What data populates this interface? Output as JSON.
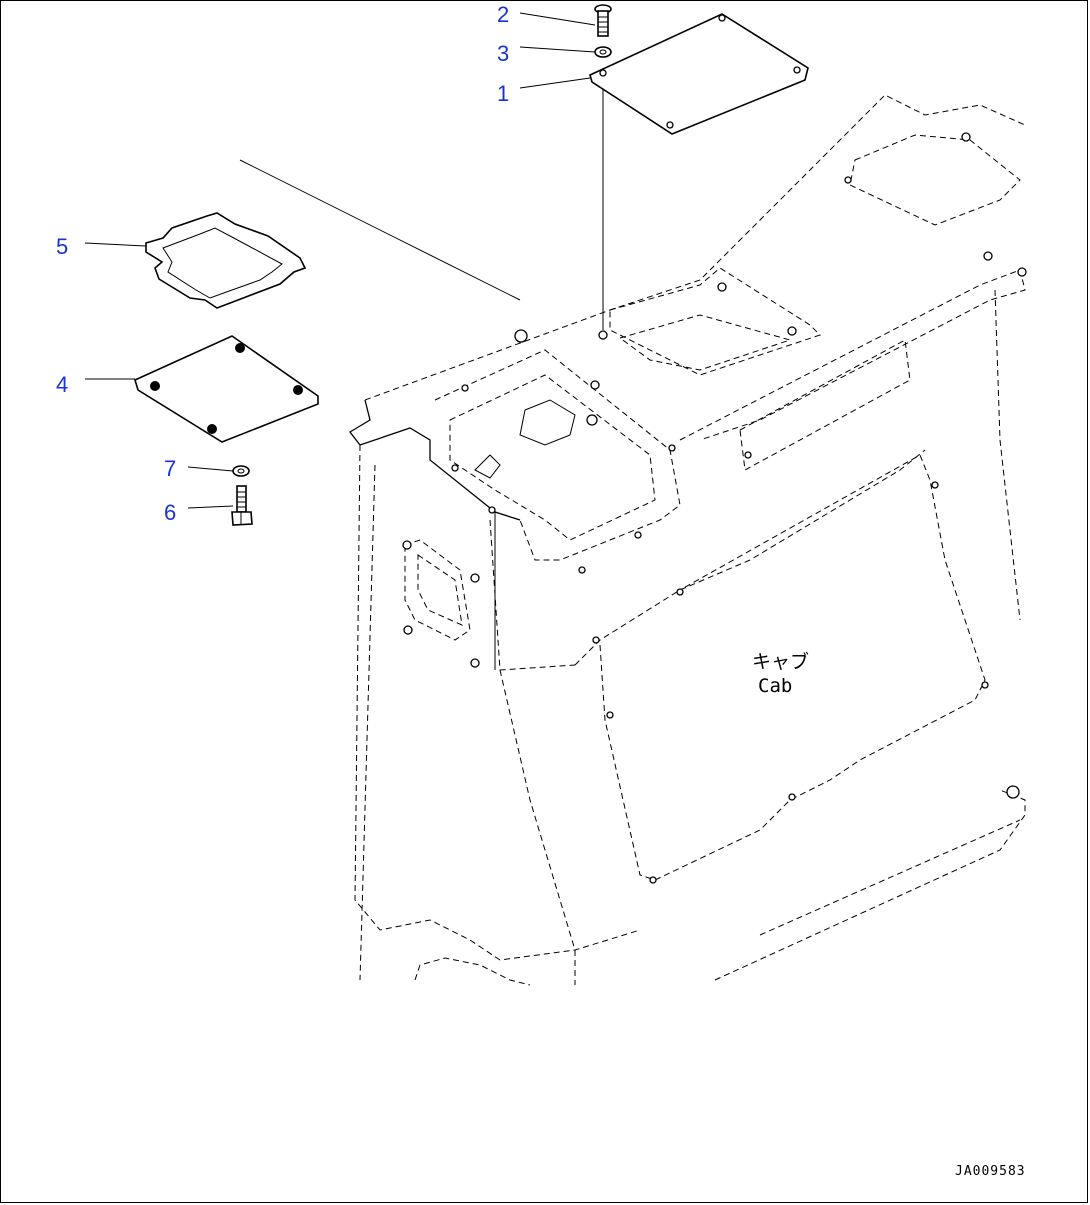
{
  "diagram": {
    "callouts": [
      {
        "id": "callout-1",
        "label": "1"
      },
      {
        "id": "callout-2",
        "label": "2"
      },
      {
        "id": "callout-3",
        "label": "3"
      },
      {
        "id": "callout-4",
        "label": "4"
      },
      {
        "id": "callout-5",
        "label": "5"
      },
      {
        "id": "callout-6",
        "label": "6"
      },
      {
        "id": "callout-7",
        "label": "7"
      }
    ],
    "cab_label_jp": "キャブ",
    "cab_label_en": "Cab",
    "drawing_id": "JA009583"
  },
  "colors": {
    "callout": "#1a33d9",
    "line": "#000000"
  }
}
